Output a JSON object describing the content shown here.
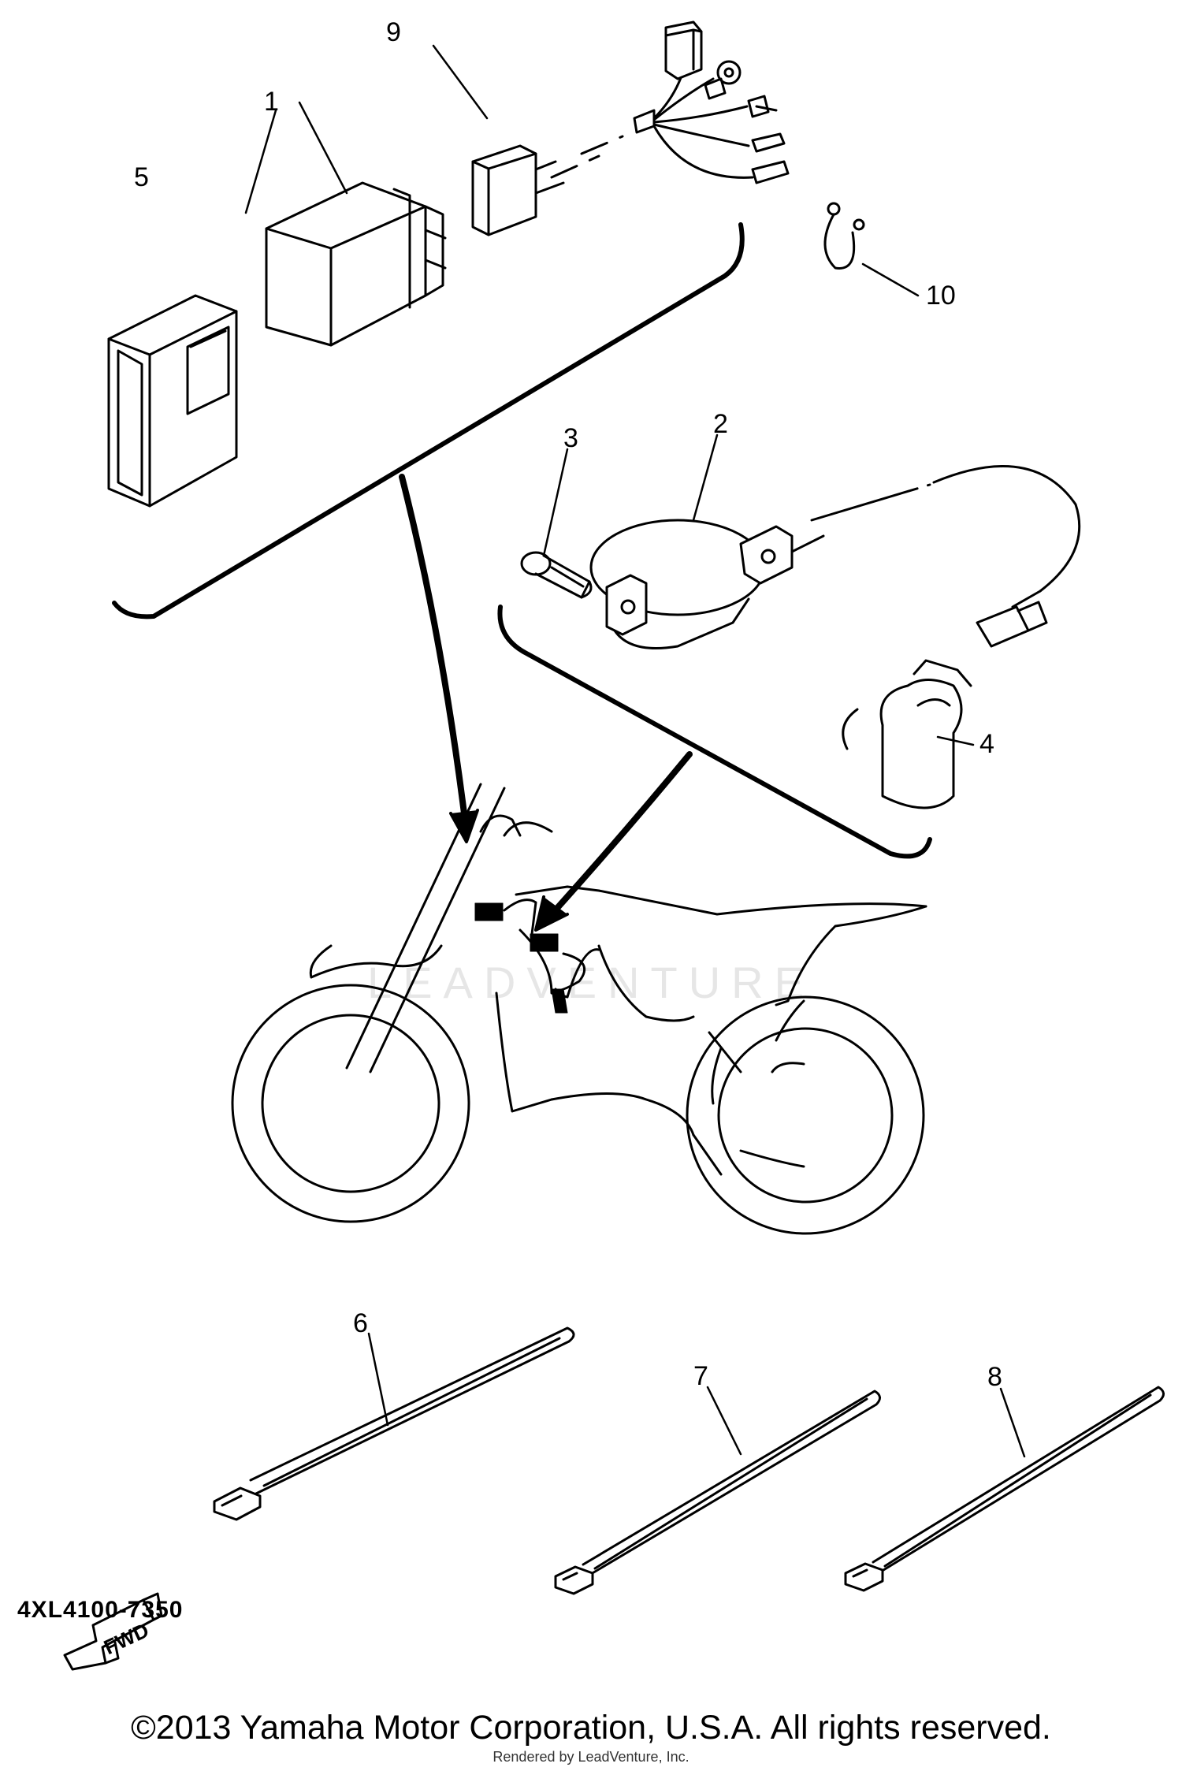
{
  "diagram": {
    "callouts": [
      {
        "id": "1",
        "label": "1"
      },
      {
        "id": "2",
        "label": "2"
      },
      {
        "id": "3",
        "label": "3"
      },
      {
        "id": "4",
        "label": "4"
      },
      {
        "id": "5",
        "label": "5"
      },
      {
        "id": "6",
        "label": "6"
      },
      {
        "id": "7",
        "label": "7"
      },
      {
        "id": "8",
        "label": "8"
      },
      {
        "id": "9",
        "label": "9"
      },
      {
        "id": "10",
        "label": "10"
      }
    ],
    "fwd_label": "FWD",
    "part_code": "4XL4100-7350",
    "watermark": "LEADVENTURE",
    "copyright": "©2013 Yamaha Motor Corporation, U.S.A. All rights reserved.",
    "render_credit": "Rendered by LeadVenture, Inc.",
    "colors": {
      "ink": "#000000",
      "watermark": "#e6e6e6"
    }
  }
}
